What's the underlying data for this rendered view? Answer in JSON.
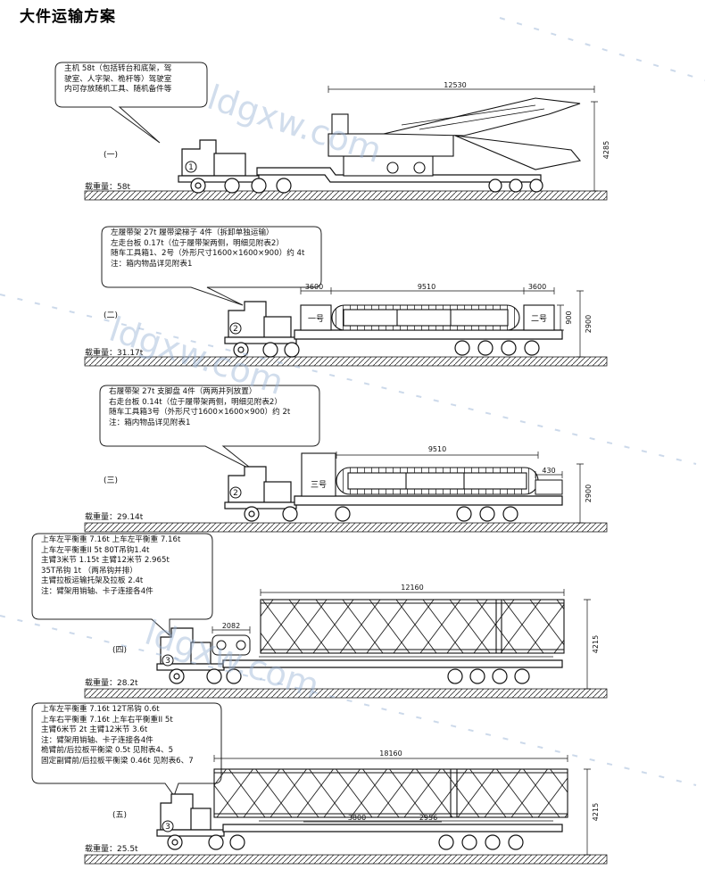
{
  "page": {
    "title": "大件运输方案"
  },
  "watermark": {
    "text": "ldgxw.com",
    "color": "#9ab4d6"
  },
  "sections": [
    {
      "id": "1",
      "label": "(一)",
      "number": "1",
      "notes": [
        "主机  58t（包括转台和底架，驾",
        "驶室、人字架、桅杆等）驾驶室",
        "内可存放随机工具、随机备件等"
      ],
      "dims": {
        "length": "12530",
        "height": "4285"
      },
      "weight": "载重量：58t"
    },
    {
      "id": "2",
      "label": "(二)",
      "number": "2",
      "notes": [
        "左履带架  27t    履带梁梯子  4件（拆卸单独运输）",
        "左走台板  0.17t（位于履带架两侧，明细见附表2）",
        "随车工具箱1、2号（外形尺寸1600×1600×900）约  4t",
        "注：箱内物品详见附表1"
      ],
      "box_labels": [
        "一号",
        "二号"
      ],
      "dims": {
        "left": "3600",
        "middle": "9510",
        "right": "3600",
        "inner_height": "900",
        "height": "2900"
      },
      "weight": "载重量：31.17t"
    },
    {
      "id": "3",
      "label": "(三)",
      "number": "2",
      "notes": [
        "右履带架  27t    支脚盘  4件（两两并列放置）",
        "右走台板  0.14t（位于履带架两侧，明细见附表2）",
        "随车工具箱3号（外形尺寸1600×1600×900）约  2t",
        "注：箱内物品详见附表1"
      ],
      "box_labels": [
        "三号"
      ],
      "dims": {
        "length": "9510",
        "small": "430",
        "height": "2900"
      },
      "weight": "载重量：29.14t"
    },
    {
      "id": "4",
      "label": "(四)",
      "number": "3",
      "notes": [
        "上车左平衡重  7.16t    上车左平衡重  7.16t",
        "上车左平衡重II    5t    80T吊钩1.4t",
        "主臂3米节  1.15t    主臂12米节  2.965t",
        "35T吊钩  1t  （两吊钩并排）",
        "主臂拉板运输托架及拉板  2.4t",
        "注：臂架用销轴、卡子连接各4件"
      ],
      "dims": {
        "length": "12160",
        "small": "2082",
        "height": "4215"
      },
      "weight": "载重量：28.2t"
    },
    {
      "id": "5",
      "label": "(五)",
      "number": "3",
      "notes": [
        "上车左平衡重  7.16t    12T吊钩  0.6t",
        "上车右平衡重  7.16t    上车右平衡重II  5t",
        "主臂6米节  2t          主臂12米节  3.6t",
        "注：臂架用销轴、卡子连接各4件",
        "桅臂前/后拉板平衡梁  0.5t  见附表4、5",
        "固定副臂前/后拉板平衡梁  0.46t  见附表6、7"
      ],
      "dims": {
        "length": "18160",
        "a": "3800",
        "b": "2956",
        "height": "4215"
      },
      "weight": "载重量：25.5t"
    }
  ]
}
